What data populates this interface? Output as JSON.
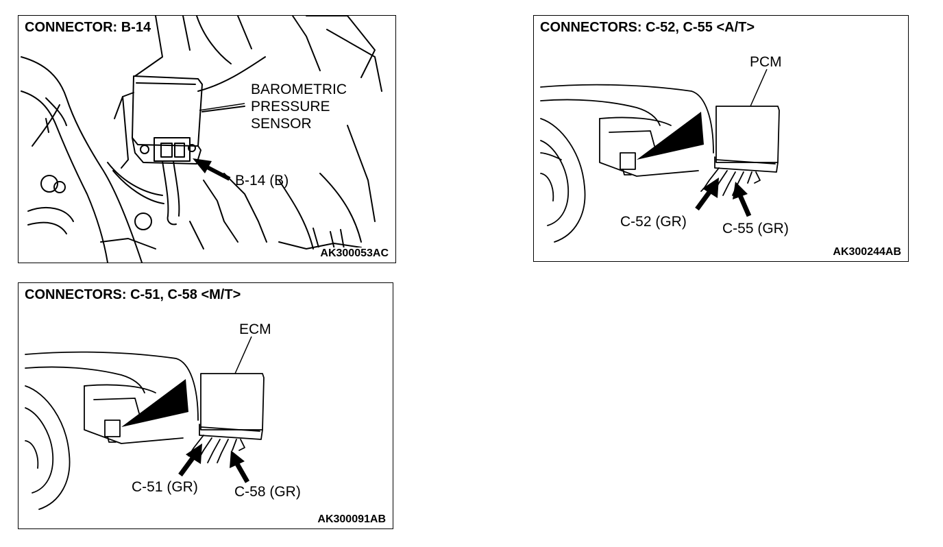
{
  "panels": {
    "b14": {
      "title": "CONNECTOR: B-14",
      "sensor_label": [
        "BAROMETRIC",
        "PRESSURE",
        "SENSOR"
      ],
      "connector_label": "B-14 (B)",
      "code": "AK300053AC"
    },
    "c52": {
      "title": "CONNECTORS: C-52, C-55 <A/T>",
      "module_label": "PCM",
      "left_connector_label": "C-52 (GR)",
      "right_connector_label": "C-55 (GR)",
      "code": "AK300244AB"
    },
    "c51": {
      "title": "CONNECTORS: C-51, C-58 <M/T>",
      "module_label": "ECM",
      "left_connector_label": "C-51 (GR)",
      "right_connector_label": "C-58 (GR)",
      "code": "AK300091AB"
    }
  }
}
